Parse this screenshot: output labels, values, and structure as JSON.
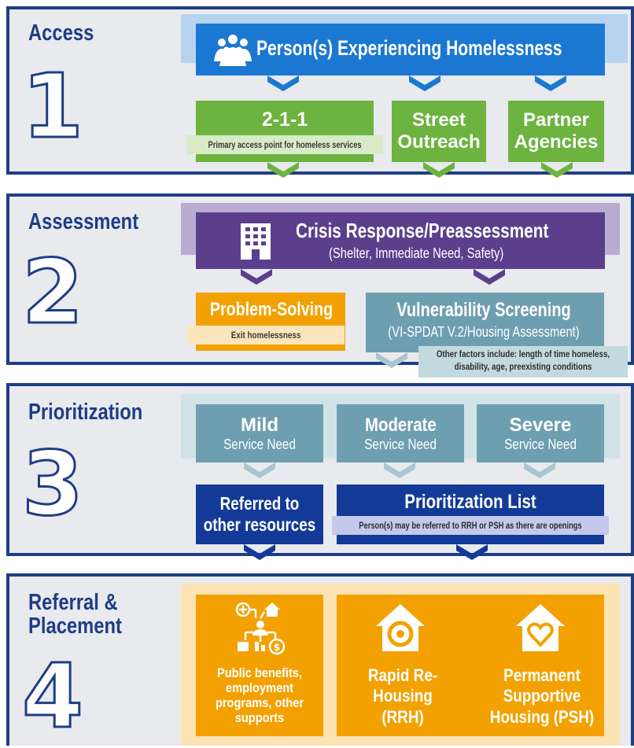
{
  "colors": {
    "navy": "#1f3d87",
    "blue": "#1a78d2",
    "green": "#6cb33f",
    "purple": "#5c3f8c",
    "orange": "#f2a100",
    "teal": "#6e9fb0",
    "dark_blue": "#133a96"
  },
  "steps": [
    {
      "number": "1",
      "title": "Access",
      "header": "Person(s) Experiencing Homelessness",
      "header_icon": "people-group-icon",
      "entries": [
        {
          "label": "2-1-1",
          "sub": "Primary access point for homeless services"
        },
        {
          "label": "Street Outreach"
        },
        {
          "label": "Partner Agencies"
        }
      ]
    },
    {
      "number": "2",
      "title": "Assessment",
      "header": "Crisis Response/Preassessment",
      "header_sub": "(Shelter, Immediate Need, Safety)",
      "header_icon": "building-icon",
      "problem_solving": {
        "label": "Problem-Solving",
        "sub": "Exit homelessness"
      },
      "screening": {
        "label": "Vulnerability Screening",
        "sub": "(VI-SPDAT V.2/Housing Assessment)",
        "note": "Other factors include: length of time homeless, disability, age, preexisting conditions"
      }
    },
    {
      "number": "3",
      "title": "Prioritization",
      "needs": [
        {
          "label": "Mild",
          "sub": "Service Need"
        },
        {
          "label": "Moderate",
          "sub": "Service Need"
        },
        {
          "label": "Severe",
          "sub": "Service Need"
        }
      ],
      "referred": "Referred to other resources",
      "list": {
        "label": "Prioritization List",
        "sub": "Person(s) may be referred to RRH or PSH as there are openings"
      }
    },
    {
      "number": "4",
      "title": "Referral & Placement",
      "outcomes": [
        {
          "label": "Public benefits, employment programs, other supports",
          "icon": "benefits-network-icon"
        },
        {
          "label": "Rapid Re-Housing (RRH)",
          "icon": "house-circle-icon"
        },
        {
          "label": "Permanent Supportive Housing (PSH)",
          "icon": "house-heart-icon"
        }
      ]
    }
  ]
}
